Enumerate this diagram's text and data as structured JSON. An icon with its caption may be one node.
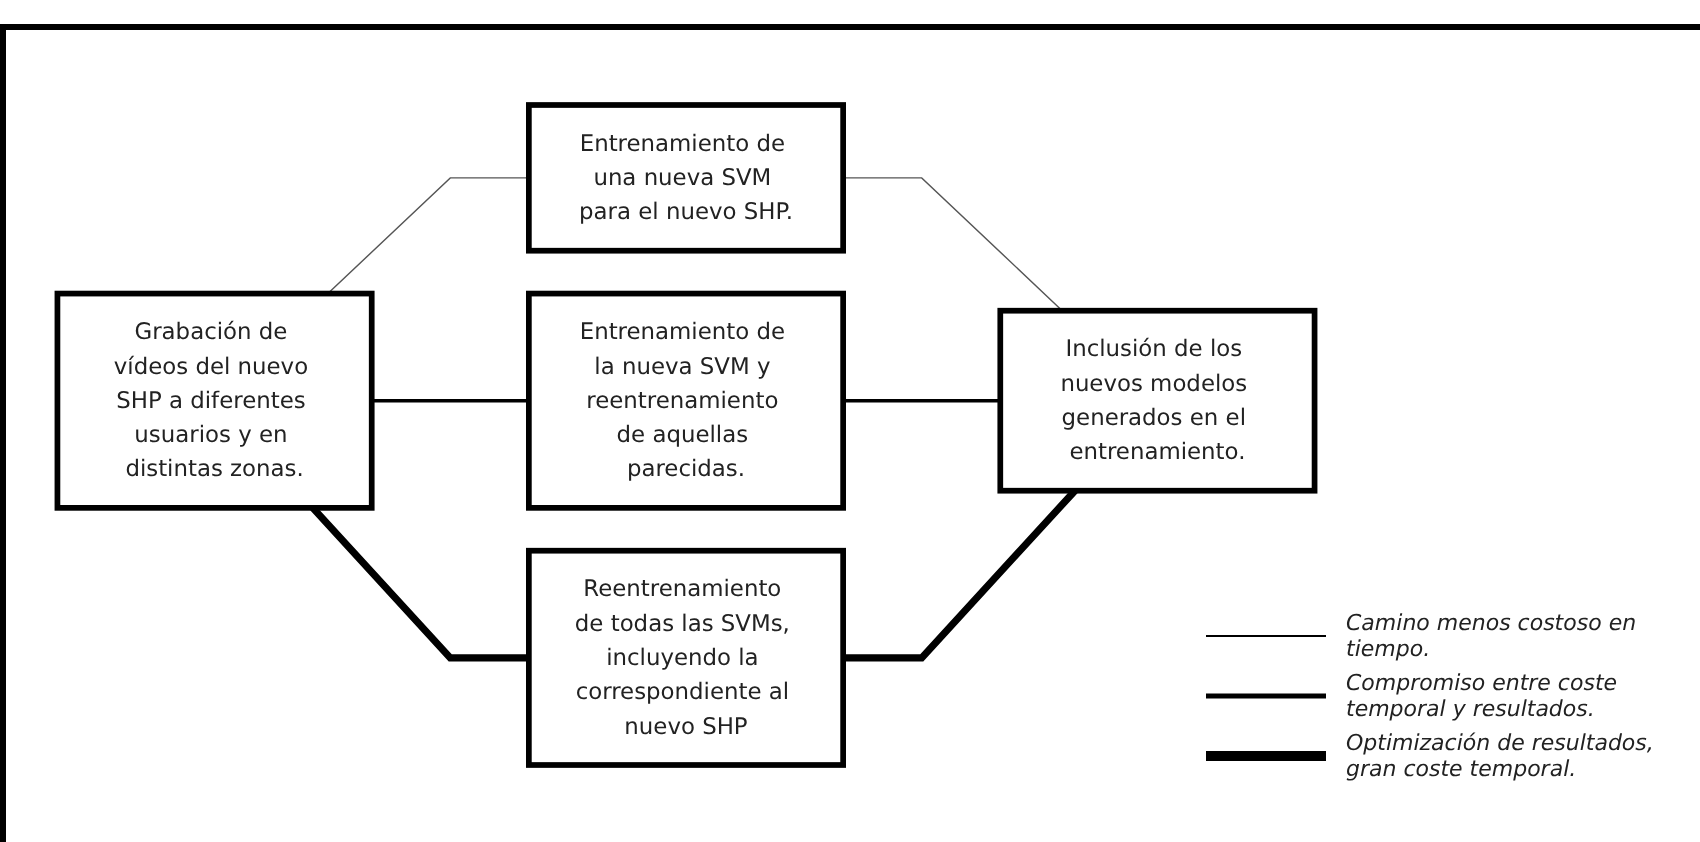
{
  "diagram": {
    "nodes": [
      {
        "text": [
          "Grabación de vídeos del nuevo SHP a diferentes usuarios y en distintas zonas."
        ]
      },
      {
        "text": [
          "Entrenamiento de una nueva SVM para el nuevo SHP."
        ]
      },
      {
        "text": [
          "Entrenamiento de la nueva SVM y reentrenamiento de aquellas parecidas."
        ]
      },
      {
        "text": [
          "Reentrenamiento de todas las SVMs, incluyendo la correspondiente al nuevo SHP"
        ]
      },
      {
        "text": [
          "Inclusión de los nuevos modelos generados en el entrenamiento."
        ]
      }
    ],
    "edges": [
      {
        "from": 0,
        "to": 1,
        "arrow": "none",
        "color": "#555555"
      },
      {
        "from": 0,
        "to": 2,
        "arrow": "none"
      },
      {
        "from": 0,
        "to": 3,
        "arrow": "none",
        "style": "thick"
      },
      {
        "from": 1,
        "to": 4,
        "arrow": "none",
        "color": "#555555"
      },
      {
        "from": 2,
        "to": 4,
        "arrow": "none"
      },
      {
        "from": 3,
        "to": 4,
        "arrow": "none",
        "style": "thick"
      }
    ],
    "legend": [
      {
        "text": "Camino menos costoso en tiempo."
      },
      {
        "text": "Compromiso entre coste temporal y resultados."
      },
      {
        "text": "Optimización de resultados, gran coste temporal."
      }
    ]
  }
}
